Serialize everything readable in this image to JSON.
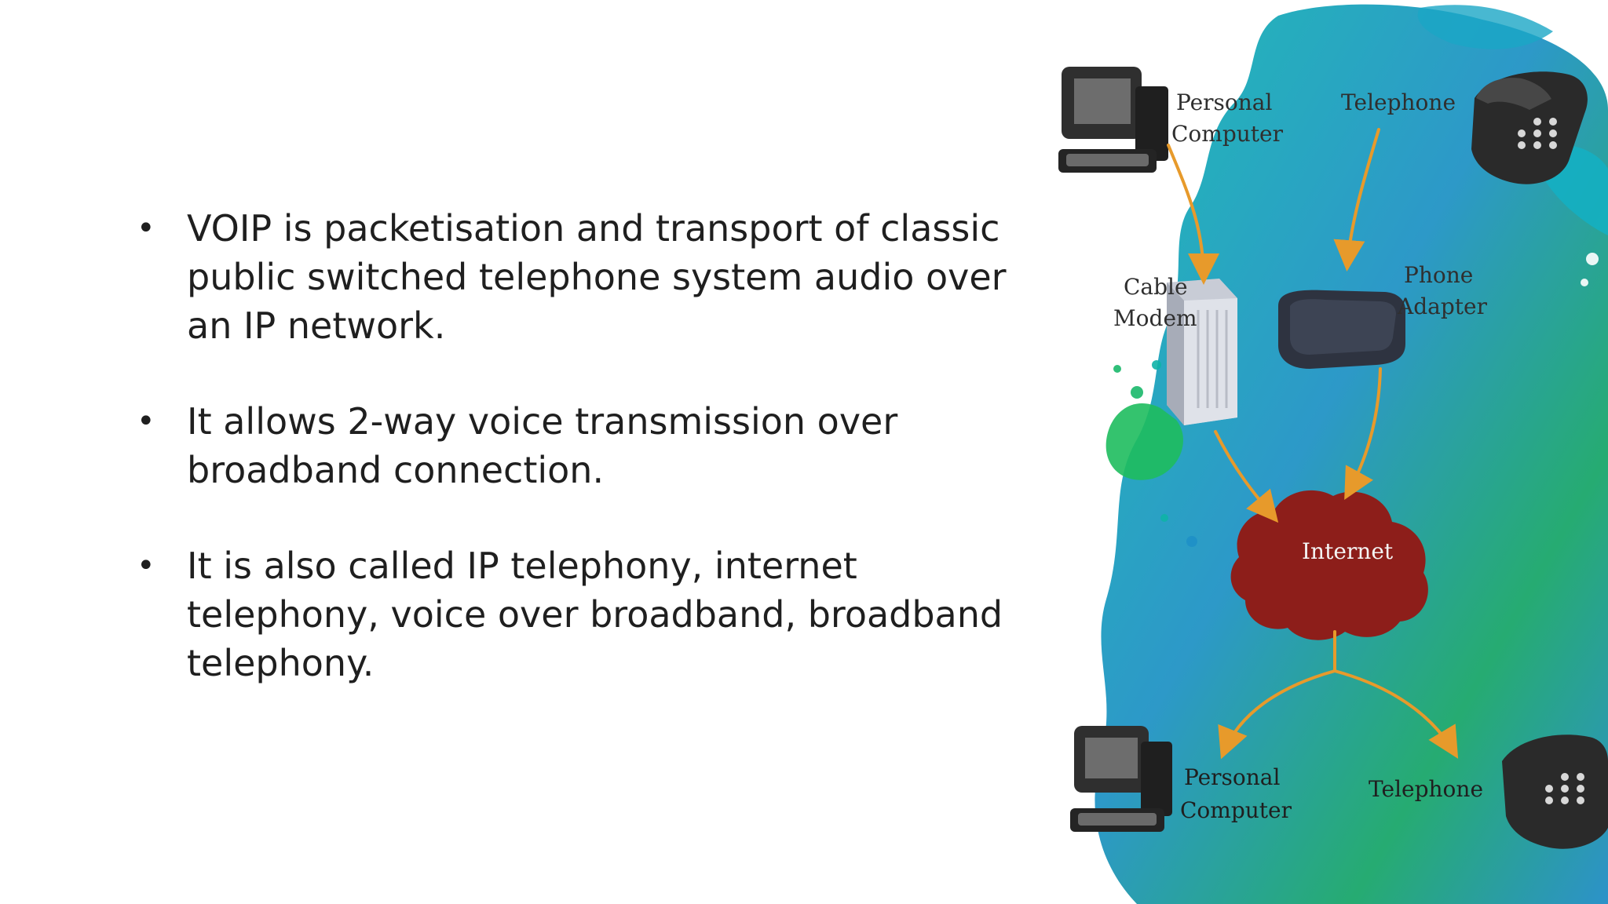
{
  "bullets": [
    {
      "text": "VOIP is packetisation and transport of classic public switched telephone system audio over an IP network."
    },
    {
      "text": "It allows 2-way voice transmission over broadband connection."
    },
    {
      "text": "It is also called IP telephony, internet telephony, voice over broadband, broadband telephony."
    }
  ],
  "diagram": {
    "top_left_label_line1": "Personal",
    "top_left_label_line2": "Computer",
    "top_right_label": "Telephone",
    "cable_modem_line1": "Cable",
    "cable_modem_line2": "Modem",
    "phone_adapter_line1": "Phone",
    "phone_adapter_line2": "Adapter",
    "internet_label": "Internet",
    "bottom_left_label_line1": "Personal",
    "bottom_left_label_line2": "Computer",
    "bottom_right_label": "Telephone"
  },
  "colors": {
    "text": "#1f1f1f",
    "arrow": "#e79a2b",
    "cloud": "#8d1e1a",
    "teal": "#0ea1a6",
    "green": "#22a84a",
    "blue": "#2b7fb8"
  },
  "icons": [
    "personal-computer-icon",
    "telephone-icon",
    "cable-modem-icon",
    "phone-adapter-icon",
    "internet-cloud-icon"
  ]
}
